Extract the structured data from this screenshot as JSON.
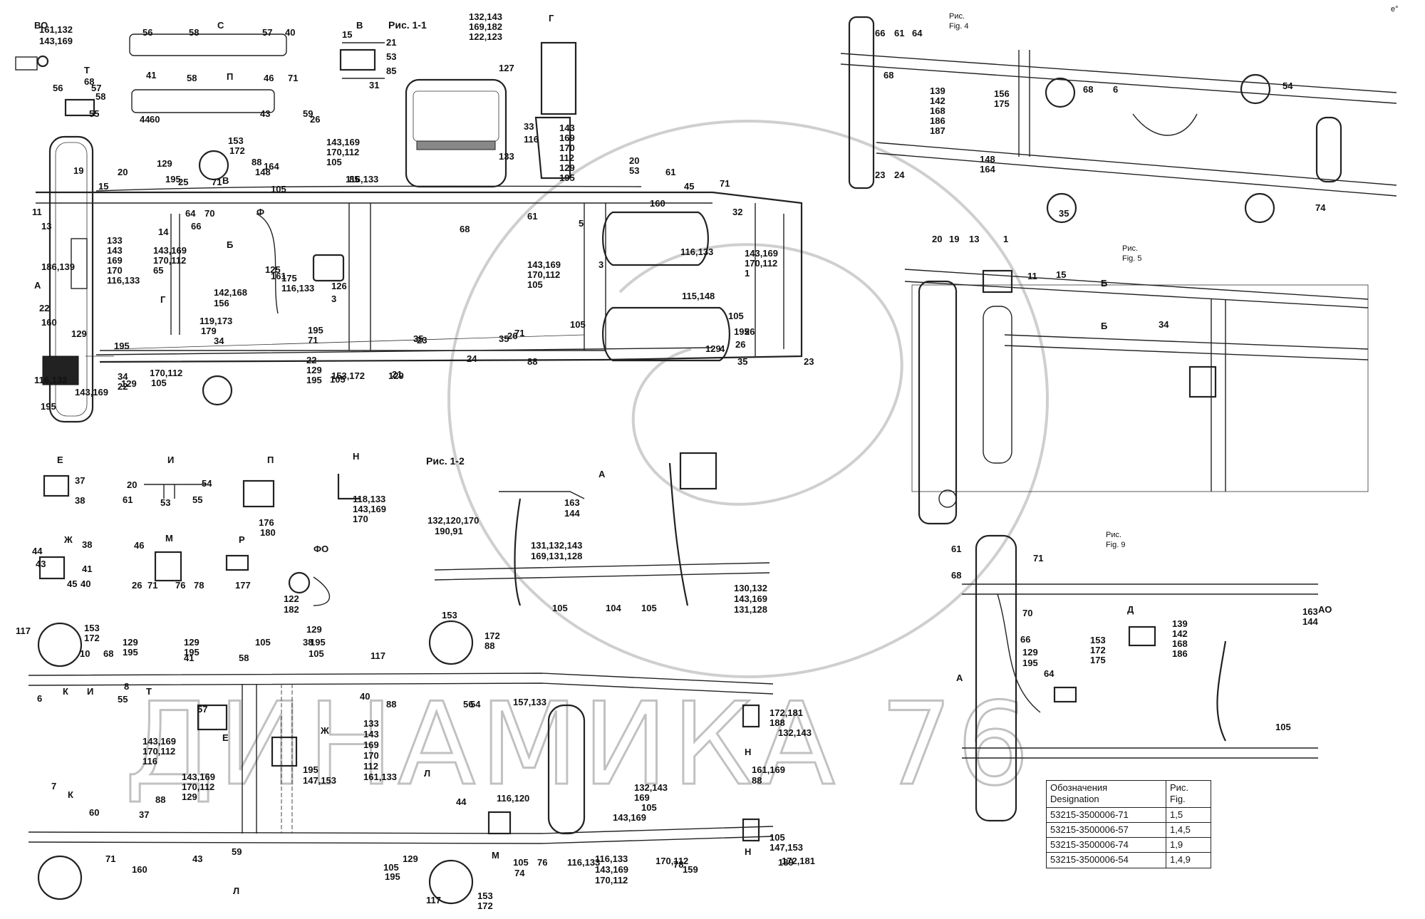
{
  "figures": {
    "fig1_1": "Рис. 1-1",
    "fig1_2": "Рис. 1-2",
    "fig4": "Рис.",
    "fig4_en": "Fig. 4",
    "fig5": "Рис.",
    "fig5_en": "Fig. 5",
    "fig9": "Рис.",
    "fig9_en": "Fig. 9"
  },
  "views": [
    "ВО",
    "С",
    "Т",
    "П",
    "В",
    "Г",
    "А",
    "Е",
    "И",
    "П",
    "Н",
    "Ж",
    "М",
    "Р",
    "ФО",
    "А",
    "Б",
    "Б",
    "Д",
    "АО",
    "К",
    "И",
    "Т",
    "Е",
    "Ж",
    "Л",
    "Н",
    "Н",
    "К",
    "Л",
    "М",
    "В",
    "Б",
    "Ф",
    "Г",
    "А"
  ],
  "labels": {
    "fig1_1": [
      "161,132",
      "143,169",
      "56",
      "58",
      "57",
      "40",
      "41",
      "68",
      "57",
      "56",
      "58",
      "55",
      "58",
      "46",
      "71",
      "44",
      "60",
      "43",
      "59",
      "26",
      "15",
      "21",
      "53",
      "85",
      "31",
      "132,143",
      "169,182",
      "122,123",
      "127",
      "153",
      "172",
      "88",
      "148",
      "164",
      "19",
      "15",
      "20",
      "129",
      "195",
      "25",
      "71",
      "105",
      "116,133",
      "143,169",
      "170,112",
      "105",
      "85",
      "33",
      "116",
      "133",
      "143",
      "169",
      "170",
      "112",
      "129",
      "195",
      "20",
      "53",
      "61",
      "45",
      "71",
      "32",
      "160",
      "5",
      "61",
      "68",
      "11",
      "13",
      "64",
      "66",
      "70",
      "14",
      "161",
      "133",
      "143",
      "169",
      "170",
      "116,133",
      "143,169",
      "170,112",
      "65",
      "125",
      "126",
      "3",
      "116,133",
      "143,169",
      "170,112",
      "1",
      "186,139",
      "142,168",
      "156",
      "175",
      "116,133",
      "143,169",
      "170,112",
      "105",
      "3",
      "115,148",
      "119,173",
      "179",
      "34",
      "23",
      "22",
      "160",
      "129",
      "195",
      "34",
      "22",
      "35",
      "21",
      "71",
      "105",
      "35",
      "26",
      "105",
      "26",
      "129",
      "195",
      "26",
      "24",
      "4",
      "35",
      "23",
      "129",
      "195",
      "116,133",
      "143,169",
      "170,112",
      "105",
      "22",
      "129",
      "195",
      "105",
      "129",
      "195",
      "71",
      "153,172",
      "88"
    ],
    "fig_details": [
      "37",
      "38",
      "20",
      "61",
      "53",
      "54",
      "55",
      "176",
      "180",
      "118,133",
      "143,169",
      "170",
      "44",
      "43",
      "38",
      "41",
      "45",
      "40",
      "46",
      "26",
      "71",
      "76",
      "78",
      "177",
      "122",
      "182"
    ],
    "fig1_2": [
      "163",
      "144",
      "132,120,170",
      "190,91",
      "131,132,143",
      "169,131,128",
      "105",
      "104",
      "105",
      "130,132",
      "143,169",
      "131,128"
    ],
    "fig4": [
      "66",
      "61",
      "64",
      "68",
      "139",
      "142",
      "168",
      "186",
      "187",
      "156",
      "175",
      "148",
      "164",
      "23",
      "24",
      "68",
      "6",
      "54",
      "35",
      "74"
    ],
    "fig5": [
      "20",
      "19",
      "13",
      "1",
      "11",
      "15",
      "34"
    ],
    "fig9": [
      "61",
      "68",
      "71",
      "70",
      "66",
      "129",
      "195",
      "64",
      "153",
      "172",
      "175",
      "139",
      "142",
      "168",
      "186",
      "163",
      "144",
      "105"
    ],
    "bottom": [
      "117",
      "153",
      "172",
      "10",
      "68",
      "129",
      "195",
      "129",
      "195",
      "41",
      "58",
      "105",
      "38",
      "129",
      "195",
      "105",
      "117",
      "153",
      "172",
      "88",
      "56",
      "6",
      "55",
      "8",
      "57",
      "40",
      "88",
      "54",
      "157,133",
      "143,169",
      "170,112",
      "116",
      "133",
      "143",
      "169",
      "170",
      "112",
      "161,133",
      "143,169",
      "170,112",
      "129",
      "195",
      "147,153",
      "172,181",
      "188",
      "132,143",
      "161,169",
      "88",
      "44",
      "60",
      "37",
      "88",
      "7",
      "116,120",
      "132,143",
      "169",
      "105",
      "159",
      "160",
      "71",
      "43",
      "59",
      "105",
      "129",
      "195",
      "105",
      "74",
      "76",
      "116,133",
      "143,169",
      "170,112",
      "78",
      "105",
      "147,153",
      "172,181",
      "189",
      "116,133",
      "143,169",
      "170,112",
      "117",
      "153",
      "172"
    ]
  },
  "designation_table": {
    "header_1": "Обозначения",
    "header_1_en": "Designation",
    "header_2": "Рис.",
    "header_2_en": "Fig.",
    "rows": [
      {
        "designation": "53215-3500006-71",
        "fig": "1,5"
      },
      {
        "designation": "53215-3500006-57",
        "fig": "1,4,5"
      },
      {
        "designation": "53215-3500006-74",
        "fig": "1,9"
      },
      {
        "designation": "53215-3500006-54",
        "fig": "1,4,9"
      }
    ]
  },
  "watermark": "ДИНАМИКА 76",
  "corner_mark": "е°"
}
